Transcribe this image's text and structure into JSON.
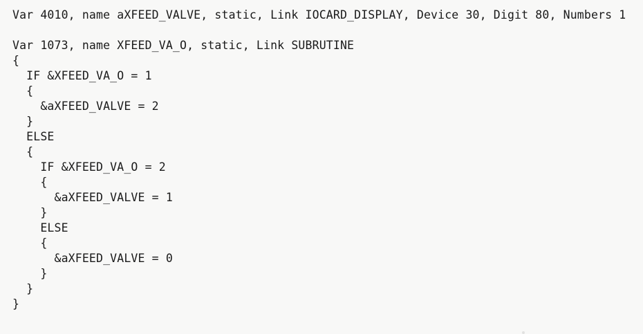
{
  "document": {
    "kind": "plain-text-code-listing",
    "background_color": "#f8f8f7",
    "text_color": "#1a1a1a",
    "font_style": "monospace"
  },
  "listing": {
    "lines": [
      "Var 4010, name aXFEED_VALVE, static, Link IOCARD_DISPLAY, Device 30, Digit 80, Numbers 1",
      "",
      "Var 1073, name XFEED_VA_O, static, Link SUBRUTINE",
      "{",
      "  IF &XFEED_VA_O = 1",
      "  {",
      "    &aXFEED_VALVE = 2",
      "  }",
      "  ELSE",
      "  {",
      "    IF &XFEED_VA_O = 2",
      "    {",
      "      &aXFEED_VALVE = 1",
      "    }",
      "    ELSE",
      "    {",
      "      &aXFEED_VALVE = 0",
      "    }",
      "  }",
      "}"
    ]
  },
  "declarations": [
    {
      "keyword": "Var",
      "id": "4010",
      "name_keyword": "name",
      "name": "aXFEED_VALVE",
      "scope": "static",
      "link_keyword": "Link",
      "link": "IOCARD_DISPLAY",
      "device_keyword": "Device",
      "device": "30",
      "digit_keyword": "Digit",
      "digit": "80",
      "numbers_keyword": "Numbers",
      "numbers": "1"
    },
    {
      "keyword": "Var",
      "id": "1073",
      "name_keyword": "name",
      "name": "XFEED_VA_O",
      "scope": "static",
      "link_keyword": "Link",
      "link": "SUBRUTINE"
    }
  ],
  "logic": {
    "condition_variable": "&XFEED_VA_O",
    "target_variable": "&aXFEED_VALVE",
    "branches": [
      {
        "test": "&XFEED_VA_O = 1",
        "assign": "&aXFEED_VALVE = 2"
      },
      {
        "test": "&XFEED_VA_O = 2",
        "assign": "&aXFEED_VALVE = 1"
      },
      {
        "test": "ELSE",
        "assign": "&aXFEED_VALVE = 0"
      }
    ],
    "keywords": {
      "if": "IF",
      "else": "ELSE",
      "open_brace": "{",
      "close_brace": "}"
    }
  }
}
